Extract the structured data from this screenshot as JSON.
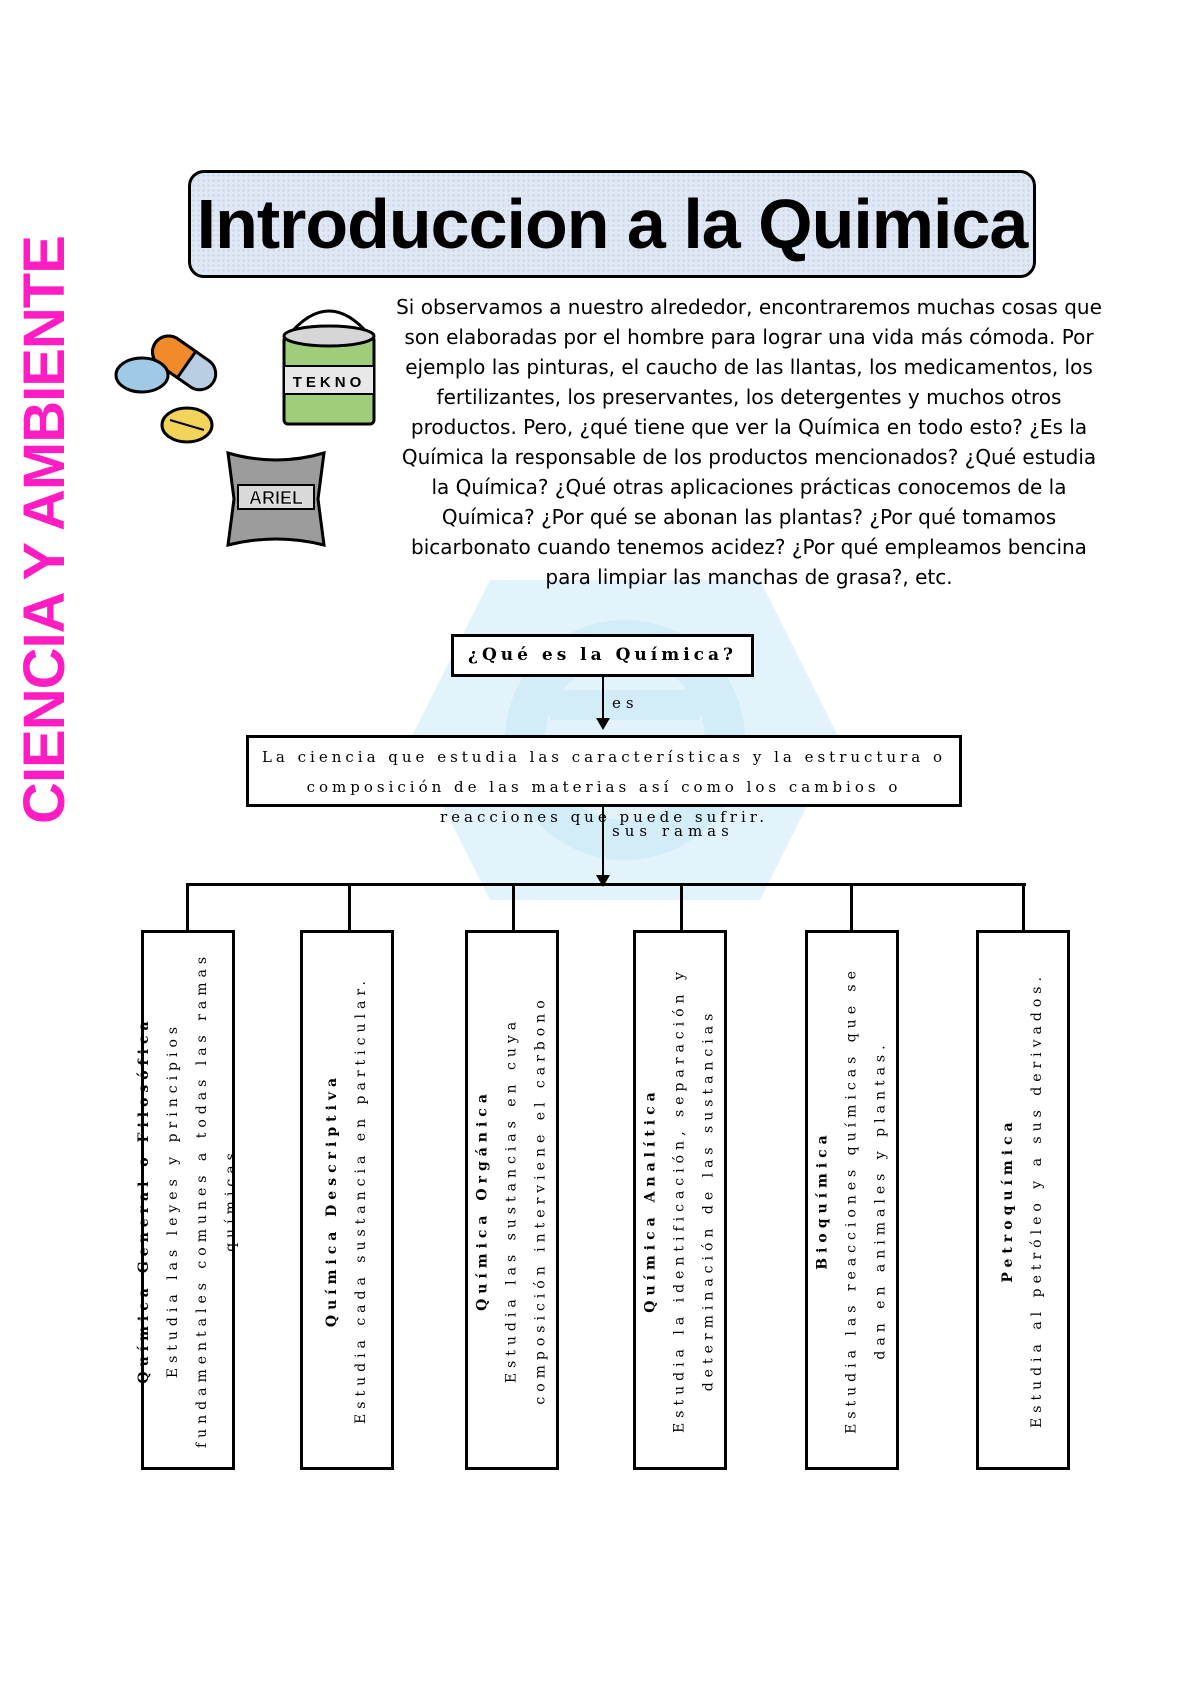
{
  "side_label": "CIENCIA Y AMBIENTE",
  "title": "Introduccion a la Quimica",
  "intro": "Si observamos a nuestro alrededor, encontraremos muchas cosas que son elaboradas por el hombre para lograr una vida más cómoda. Por ejemplo las pinturas, el caucho de las llantas, los medicamentos, los fertilizantes, los preservantes, los detergentes y muchos otros productos. Pero, ¿qué tiene que ver la Química en todo esto? ¿Es la Química la responsable de los productos mencionados? ¿Qué estudia la Química? ¿Qué otras aplicaciones prácticas conocemos de la Química? ¿Por qué se abonan las plantas? ¿Por qué tomamos bicarbonato cuando tenemos acidez? ¿Por qué empleamos bencina para limpiar las manchas de grasa?, etc.",
  "paint_can_label": "TEKNO",
  "detergent_label": "ARIEL",
  "map": {
    "question": "¿Qué es la Química?",
    "link_es": "es",
    "definition": "La ciencia que estudia las características y la estructura o composición de las materias así como los cambios o reacciones que puede sufrir.",
    "link_ramas": "sus ramas",
    "branches": [
      {
        "name": "Química General o Filosófica",
        "desc": "Estudia las leyes y principios fundamentales comunes a todas las ramas químicas"
      },
      {
        "name": "Química Descriptiva",
        "desc": "Estudia cada sustancia en particular."
      },
      {
        "name": "Química Orgánica",
        "desc": "Estudia las sustancias en cuya composición interviene el carbono"
      },
      {
        "name": "Química Analítica",
        "desc": "Estudia la identificación, separación y determinación de las sustancias"
      },
      {
        "name": "Bioquímica",
        "desc": "Estudia las reacciones químicas que se dan en animales y plantas."
      },
      {
        "name": "Petroquímica",
        "desc": "Estudia al petróleo y a sus derivados."
      }
    ]
  },
  "colors": {
    "side_label": "#ff1cc2",
    "title_bg": "#dfe8f4",
    "watermark": "#e3f3fb"
  }
}
